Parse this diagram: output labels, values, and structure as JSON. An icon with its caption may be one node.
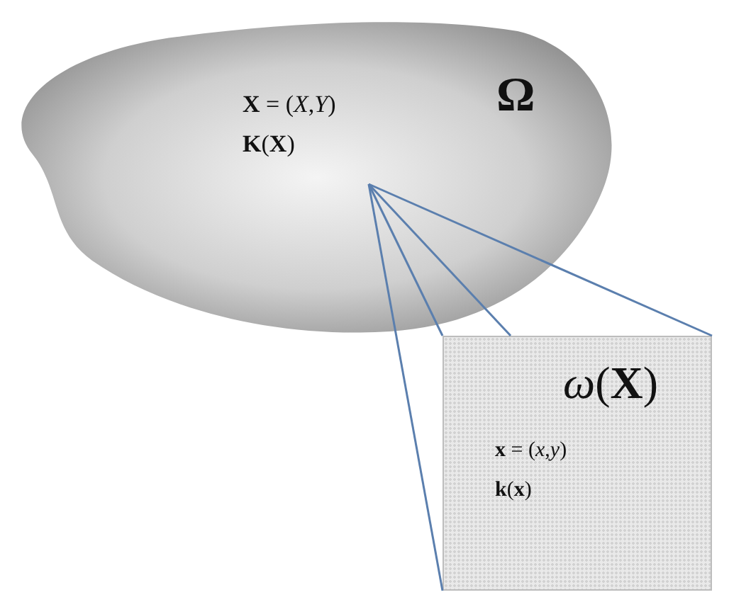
{
  "diagram": {
    "nodes": [
      {
        "text": [
          "Ω"
        ]
      },
      {
        "text": [
          "**X** = (*X*,*Y*)",
          "**K**(**X**)"
        ],
        "in": 0
      },
      {
        "text": [
          "*ω*(**X**)",
          "**x** = (*x*,*y*)",
          "**k**(**x**)"
        ]
      }
    ],
    "edges": [
      {
        "from": 1,
        "to": 2,
        "arrow": "none"
      },
      {
        "from": 1,
        "to": 2,
        "arrow": "none"
      },
      {
        "from": 1,
        "to": 2,
        "arrow": "none"
      },
      {
        "from": 1,
        "to": 2,
        "arrow": "none"
      }
    ]
  }
}
